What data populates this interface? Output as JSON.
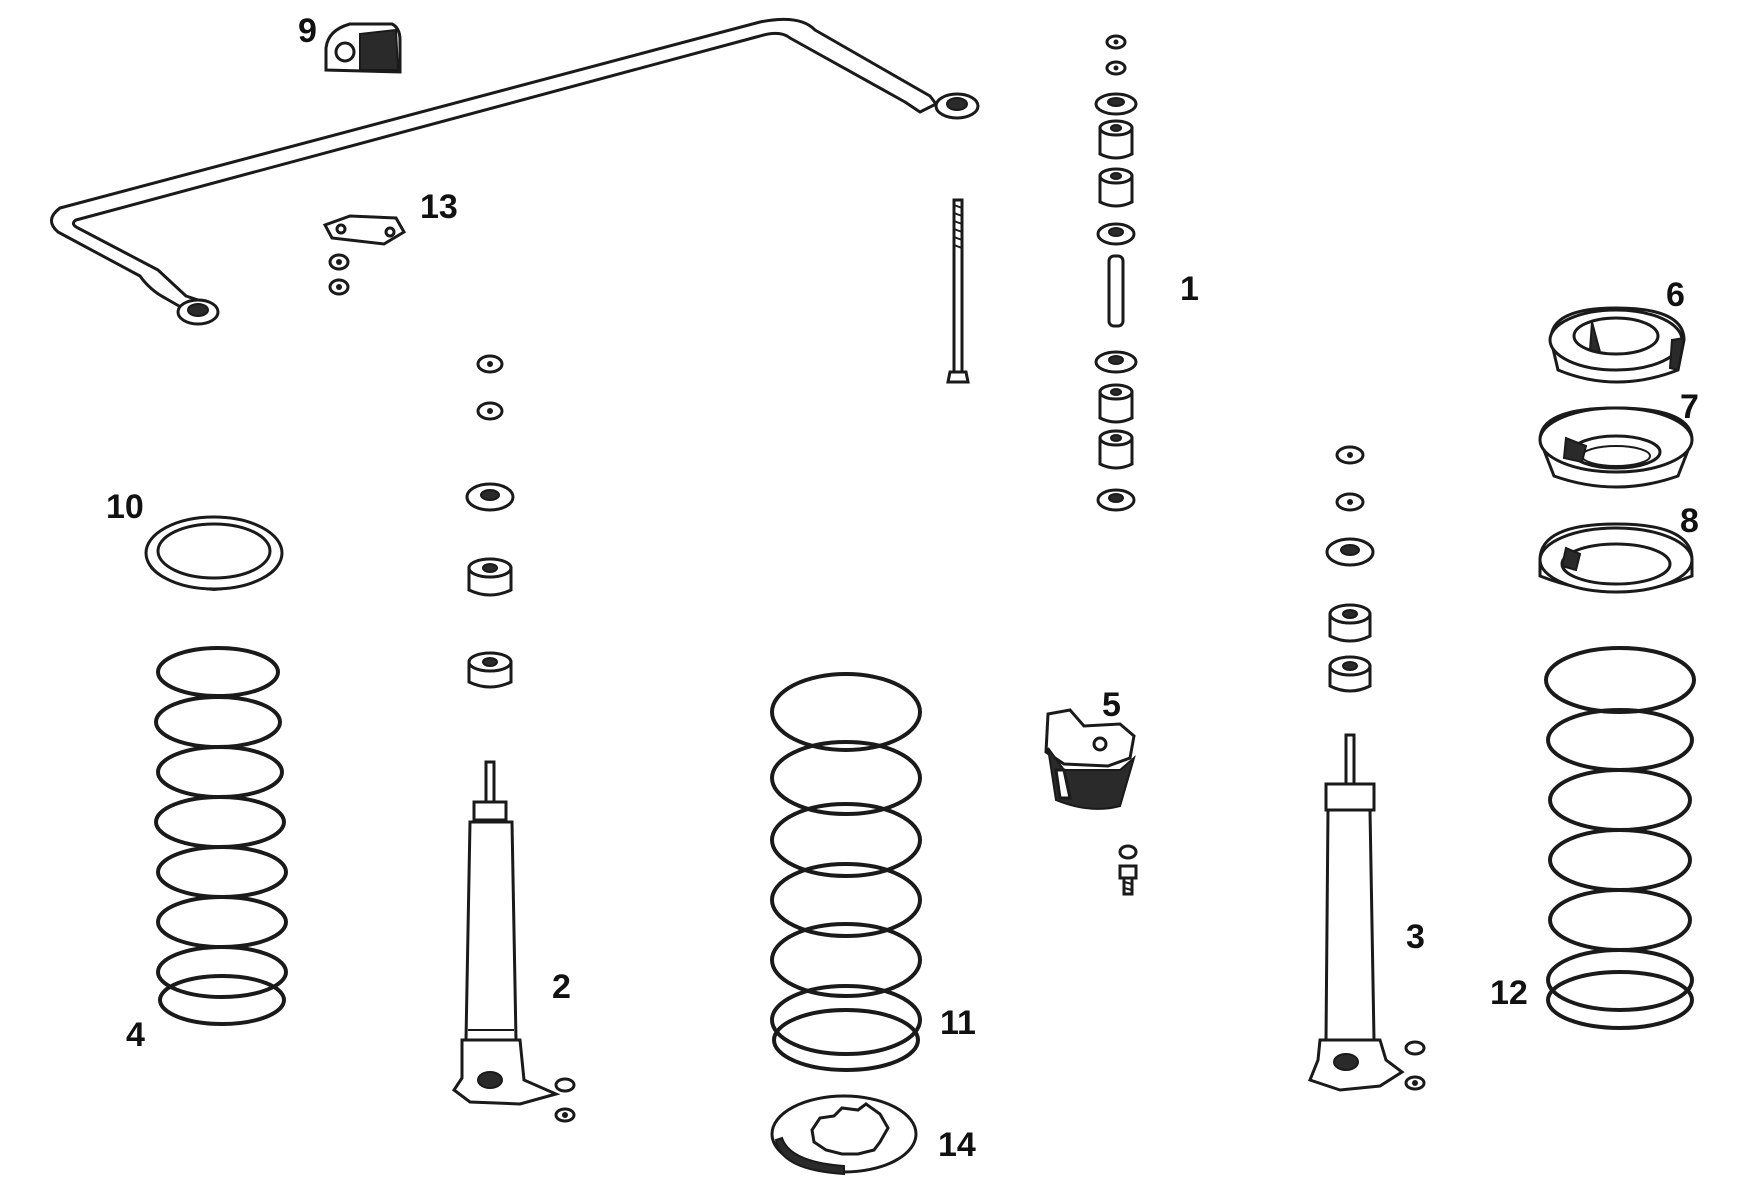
{
  "diagram": {
    "callouts": {
      "c1": "1",
      "c2": "2",
      "c3": "3",
      "c4": "4",
      "c5": "5",
      "c6": "6",
      "c7": "7",
      "c8": "8",
      "c9": "9",
      "c10": "10",
      "c11": "11",
      "c12": "12",
      "c13": "13",
      "c14": "14"
    },
    "colors": {
      "ink": "#1a1a1a",
      "paper": "#ffffff",
      "dark_rubber": "#2a2a2a"
    }
  }
}
